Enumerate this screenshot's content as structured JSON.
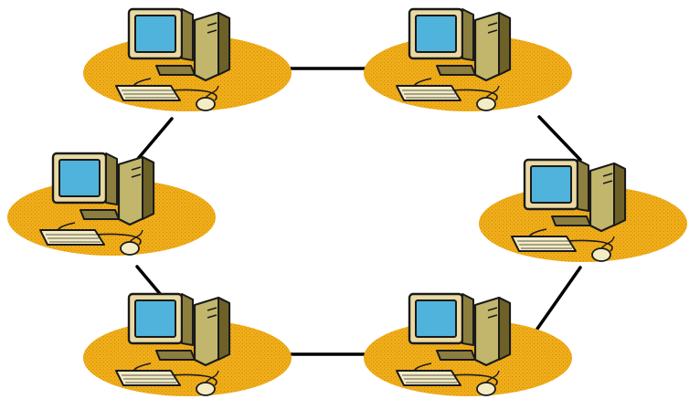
{
  "diagram": {
    "type": "ring-network",
    "node_count": 6,
    "nodes": [
      {
        "icon": "computer-workstation-icon"
      },
      {
        "icon": "computer-workstation-icon"
      },
      {
        "icon": "computer-workstation-icon"
      },
      {
        "icon": "computer-workstation-icon"
      },
      {
        "icon": "computer-workstation-icon"
      },
      {
        "icon": "computer-workstation-icon"
      }
    ],
    "links": [
      [
        0,
        1
      ],
      [
        1,
        3
      ],
      [
        3,
        5
      ],
      [
        5,
        4
      ],
      [
        4,
        2
      ],
      [
        2,
        0
      ]
    ],
    "colors": {
      "background": "#ffffff",
      "pad": "#f0ad1a",
      "pad_speckle": "#c98a06",
      "link": "#000000",
      "monitor_case": "#e9d9a2",
      "monitor_shadow": "#8b7e3e",
      "screen": "#4fb3dc",
      "tower": "#c2b66c",
      "tower_dark": "#6d6128",
      "keyboard": "#f3ecc4",
      "outline": "#1a1a1a"
    }
  }
}
